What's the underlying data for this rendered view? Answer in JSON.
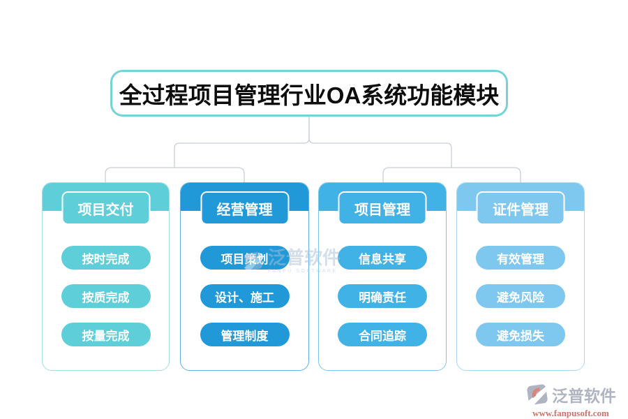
{
  "title": "全过程项目管理行业OA系统功能模块",
  "cards": [
    {
      "header": "项目交付",
      "items": [
        "按时完成",
        "按质完成",
        "按量完成"
      ],
      "color": "#5ecfd8",
      "border_color": "#9fdfe5"
    },
    {
      "header": "经营管理",
      "items": [
        "项目策划",
        "设计、施工",
        "管理制度"
      ],
      "color": "#2199d8",
      "border_color": "#5cb3e2"
    },
    {
      "header": "项目管理",
      "items": [
        "信息共享",
        "明确责任",
        "合同追踪"
      ],
      "color": "#41b2e6",
      "border_color": "#7cc6ec"
    },
    {
      "header": "证件管理",
      "items": [
        "有效管理",
        "避免风险",
        "避免损失"
      ],
      "color": "#7ec8f0",
      "border_color": "#a7d9f5"
    }
  ],
  "watermark": {
    "text": "泛普软件",
    "subtext": "FANPU SOFTWARE"
  },
  "logo": {
    "name": "泛普软件",
    "url": "www.fanpusoft.com"
  },
  "colors": {
    "title_border": "#76d2da",
    "connector": "#c8cfd9",
    "watermark": "#a9bfd6",
    "logo_text": "#9aa2b2",
    "logo_url": "#bf4f47"
  }
}
